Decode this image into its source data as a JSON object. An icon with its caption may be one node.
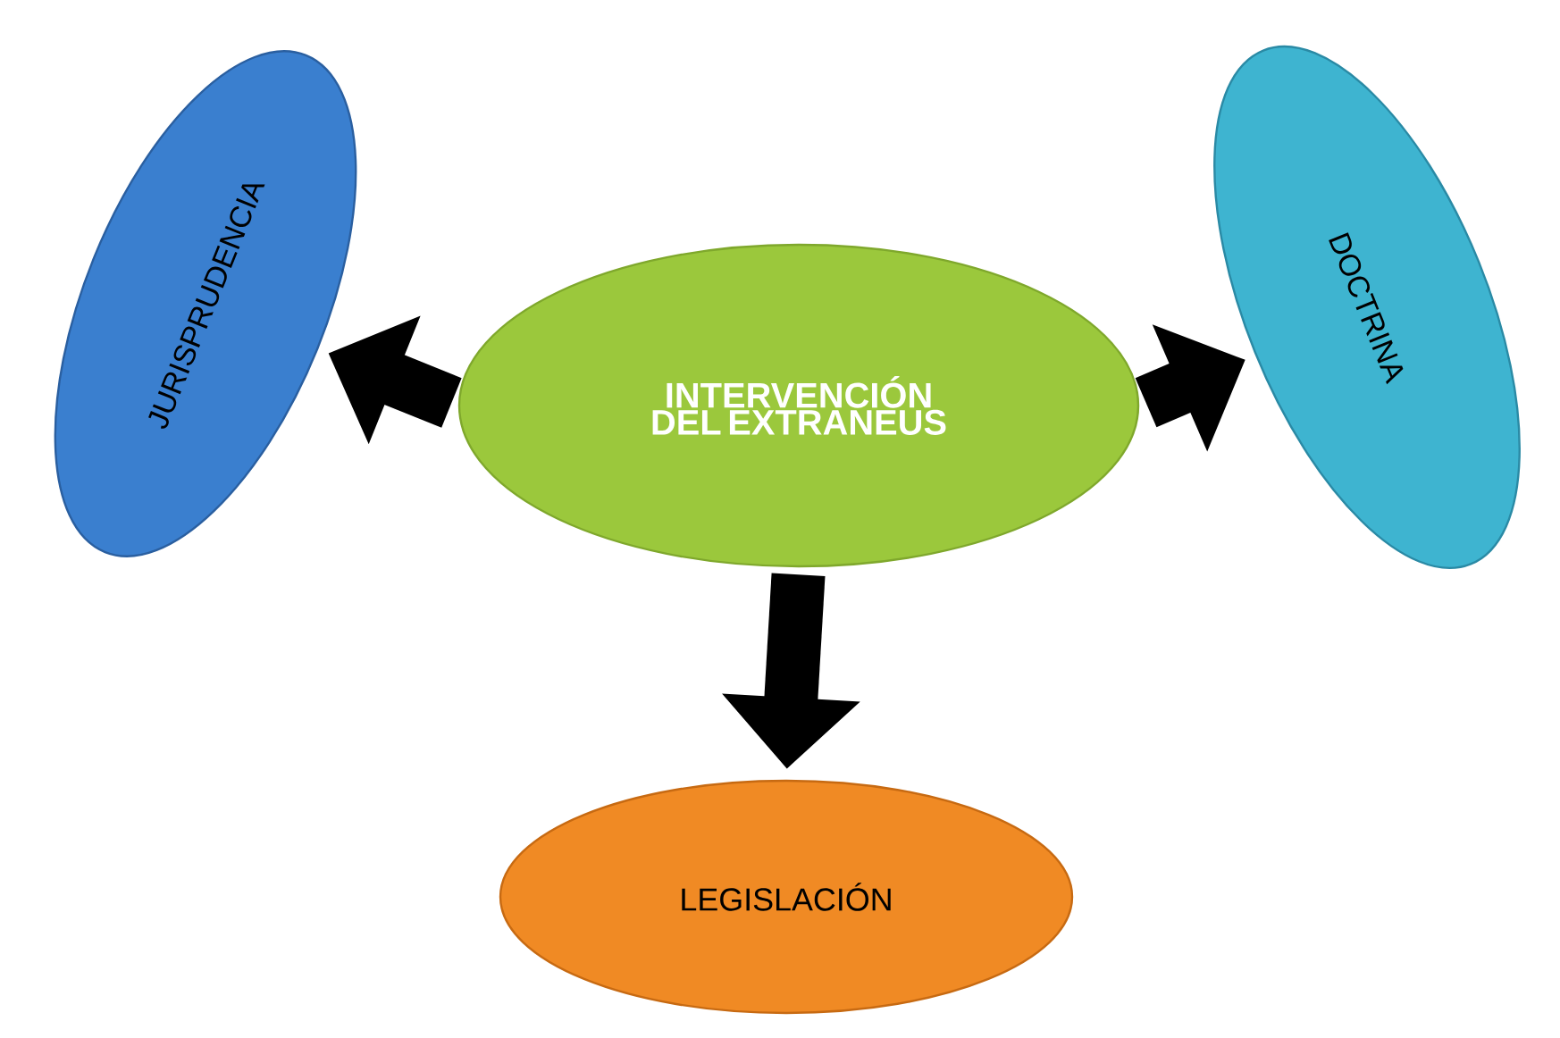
{
  "diagram": {
    "nodes": [
      {
        "text": [
          "INTERVENCIÓN DEL EXTRANEUS"
        ]
      },
      {
        "text": [
          "JURISPRUDENCIA"
        ]
      },
      {
        "text": [
          "DOCTRINA"
        ]
      },
      {
        "text": [
          "LEGISLACIÓN"
        ]
      }
    ],
    "edges": [
      {
        "from": 0,
        "to": 1,
        "arrow": "to"
      },
      {
        "from": 0,
        "to": 2,
        "arrow": "to"
      },
      {
        "from": 0,
        "to": 3,
        "arrow": "to"
      }
    ]
  }
}
